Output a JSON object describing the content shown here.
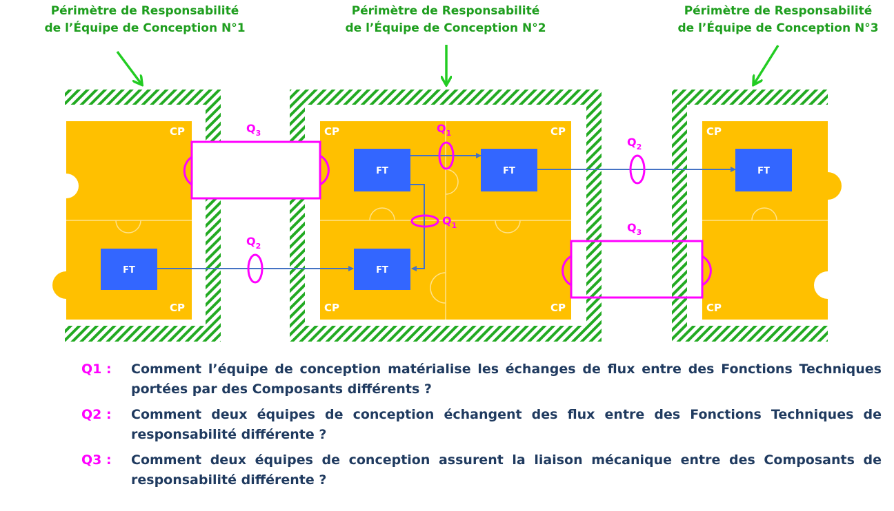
{
  "titles": [
    {
      "line1": "Périmètre de Responsabilité",
      "line2": "de l’Équipe de Conception N°1"
    },
    {
      "line1": "Périmètre de Responsabilité",
      "line2": "de l’Équipe de Conception N°2"
    },
    {
      "line1": "Périmètre de Responsabilité",
      "line2": "de l’Équipe de Conception N°3"
    }
  ],
  "diagram": {
    "component_label": "CP",
    "function_label": "FT",
    "q1_label": "Q",
    "q1_sub": "1",
    "q2_label": "Q",
    "q2_sub": "2",
    "q3_label": "Q",
    "q3_sub": "3"
  },
  "questions": [
    {
      "label": "Q1 :",
      "text": "Comment l’équipe de conception matérialise les échanges de flux entre des Fonctions Techniques portées par des Composants différents ?"
    },
    {
      "label": "Q2 :",
      "text": "Comment deux équipes de conception échangent des flux entre des Fonctions Techniques de responsabilité différente ?"
    },
    {
      "label": "Q3 :",
      "text": "Comment deux équipes de conception assurent la liaison mécanique entre des Composants de responsabilité différente ?"
    }
  ],
  "colors": {
    "title_green": "#1e9e1e",
    "component_yellow": "#ffc000",
    "function_blue": "#3366ff",
    "question_magenta": "#ff00ff",
    "text_navy": "#1f3a5f",
    "hatch_green": "#22aa22"
  }
}
